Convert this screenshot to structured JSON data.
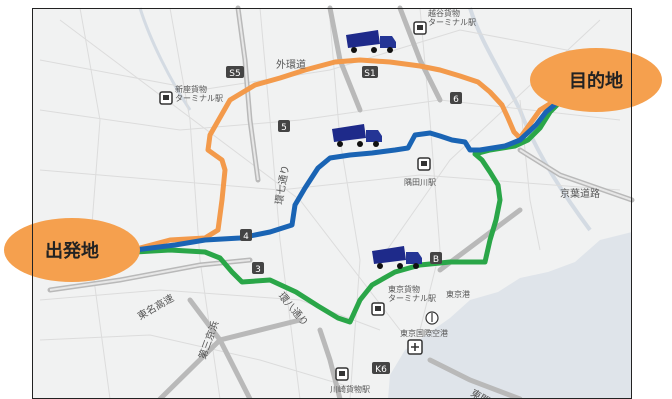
{
  "markers": {
    "origin_label": "出発地",
    "destination_label": "目的地"
  },
  "places": {
    "koshigaya": "越谷貨物\nターミナル駅",
    "niiza": "新座貨物\nターミナル駅",
    "sumidagawa": "隅田川駅",
    "tokyo_terminal": "東京貨物\nターミナル駅",
    "tokyo_port": "東京港",
    "haneda": "東京国際空港",
    "kawasaki": "川崎貨物駅"
  },
  "roads": {
    "gaikan": "外環道",
    "kanjo7": "環七通り",
    "kanjo8": "環八通り",
    "tomei": "東名高速",
    "keiyo": "京葉道路",
    "daisan_keihin": "第三京浜",
    "tokan": "東関"
  },
  "route_badges": [
    "S5",
    "S1",
    "5",
    "6",
    "4",
    "3",
    "B",
    "K6"
  ],
  "route_colors": {
    "outer": "#f39a4b",
    "middle": "#1a64b4",
    "inner": "#2aa648",
    "bubble": "#f5a04e",
    "sea": "#dfe4ea",
    "truck": "#1e2a8a"
  }
}
